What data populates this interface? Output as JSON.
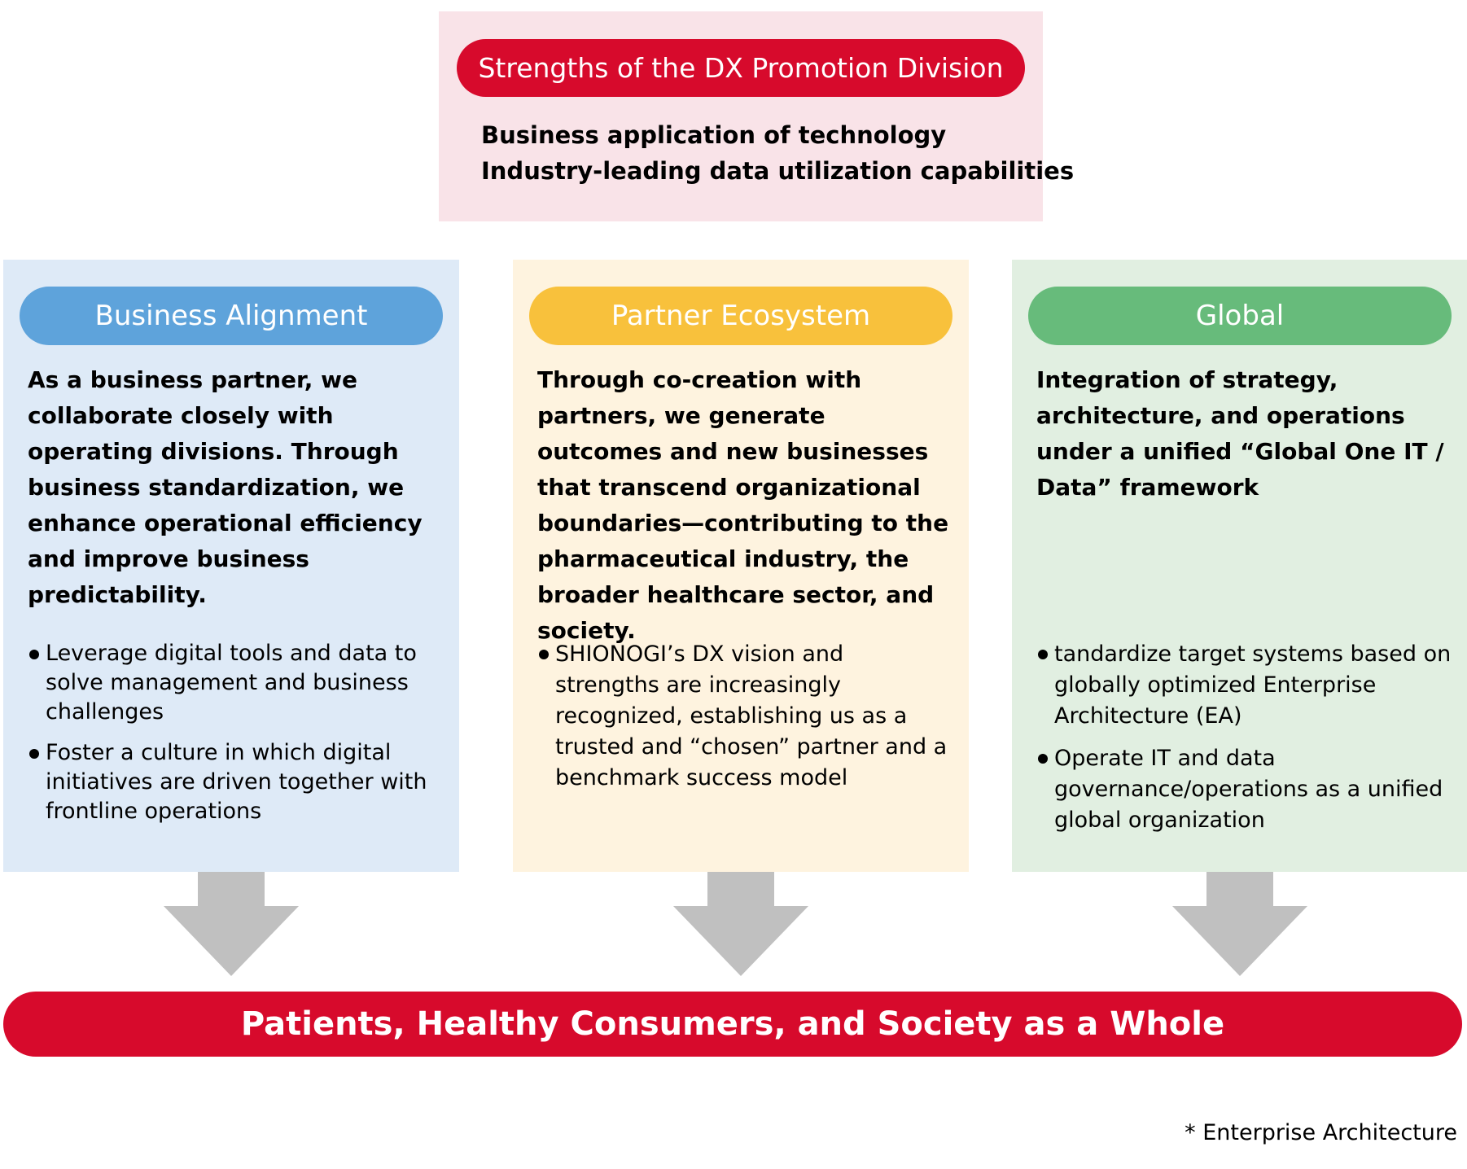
{
  "top": {
    "title": "Strengths of the DX Promotion Division",
    "lines": [
      "Business application of technology",
      "Industry-leading data utilization capabilities"
    ]
  },
  "columns": [
    {
      "title": "Business Alignment",
      "description": "As a business partner, we collaborate closely with operating divisions. Through business standardization, we enhance operational efficiency and improve business predictability.",
      "bullets": [
        "Leverage digital tools and data to solve management and business challenges",
        "Foster a culture in which digital initiatives are driven together with frontline operations"
      ]
    },
    {
      "title": "Partner Ecosystem",
      "description": "Through co-creation with partners, we generate outcomes and new businesses that transcend organizational boundaries—contributing to the pharmaceutical industry, the broader healthcare sector, and society.",
      "bullets": [
        "SHIONOGI’s DX vision and strengths are increasingly recognized, establishing us as a trusted and “chosen” partner and a benchmark success model"
      ]
    },
    {
      "title": "Global",
      "description": "Integration of strategy, architecture, and operations under a unified “Global One IT / Data” framework",
      "bullets": [
        "tandardize target systems based on globally optimized Enterprise Architecture (EA)",
        "Operate IT and data governance/operations as a unified global organization"
      ]
    }
  ],
  "bottom": {
    "label": "Patients, Healthy Consumers, and Society as a Whole"
  },
  "footnote": "* Enterprise Architecture",
  "colors": {
    "red": "#d70a2c",
    "blue": "#5ea3db",
    "yellow": "#f8c13c",
    "green": "#67bb7b",
    "arrow": "#c0c0c0"
  }
}
